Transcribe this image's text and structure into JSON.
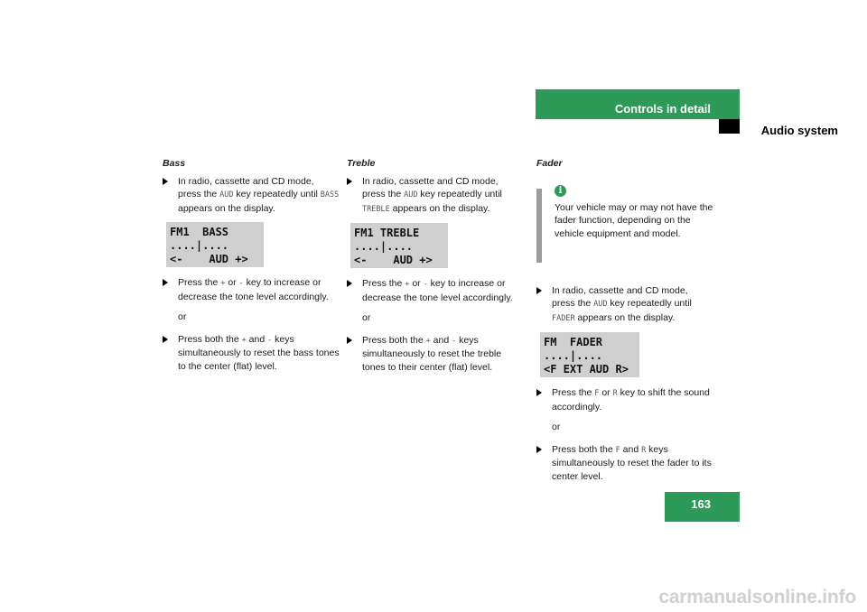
{
  "header": {
    "title": "Controls in detail",
    "subtitle": "Audio system"
  },
  "page_number": "163",
  "columns": [
    {
      "heading": "Bass",
      "step1": [
        "In radio, cassette and CD mode, press the ",
        "AUD",
        " key repeatedly until ",
        "BASS",
        " appears on the display."
      ],
      "lcd": [
        "FM1  BASS",
        "....|....",
        "<-    AUD +>"
      ],
      "step2": [
        "Press the ",
        "+",
        " or ",
        "-",
        " key to increase or decrease the tone level accordingly."
      ],
      "or": "or",
      "step3": [
        "Press both the ",
        "+",
        " and ",
        "-",
        " keys simultaneously to reset the bass tones to the center (flat) level."
      ]
    },
    {
      "heading": "Treble",
      "step1": [
        "In radio, cassette and CD mode, press the ",
        "AUD",
        " key repeatedly until ",
        "TREBLE",
        " appears on the display."
      ],
      "lcd": [
        "FM1 TREBLE",
        "....|....",
        "<-    AUD +>"
      ],
      "step2": [
        "Press the ",
        "+",
        " or ",
        "-",
        " key to increase or decrease the tone level accordingly."
      ],
      "or": "or",
      "step3": [
        "Press both the ",
        "+",
        " and ",
        "-",
        " keys simultaneously to reset the treble tones to their center (flat) level."
      ]
    },
    {
      "heading": "Fader",
      "note": "Your vehicle may or may not have the fader function, depending on the vehicle equipment and model.",
      "step1": [
        "In radio, cassette and CD mode, press the ",
        "AUD",
        " key repeatedly until ",
        "FADER",
        " appears on the display."
      ],
      "lcd": [
        "FM  FADER",
        "....|....",
        "<F EXT AUD R>"
      ],
      "step2": [
        "Press the ",
        "F",
        " or ",
        "R",
        " key to shift the sound accordingly."
      ],
      "or": "or",
      "step3": [
        "Press both the ",
        "F",
        " and ",
        "R",
        " keys simultaneously to reset the fader to its center level."
      ]
    }
  ],
  "watermark": "carmanualsonline.info",
  "colors": {
    "accent": "#2e9a58",
    "lcd": "#cfcfcf"
  }
}
